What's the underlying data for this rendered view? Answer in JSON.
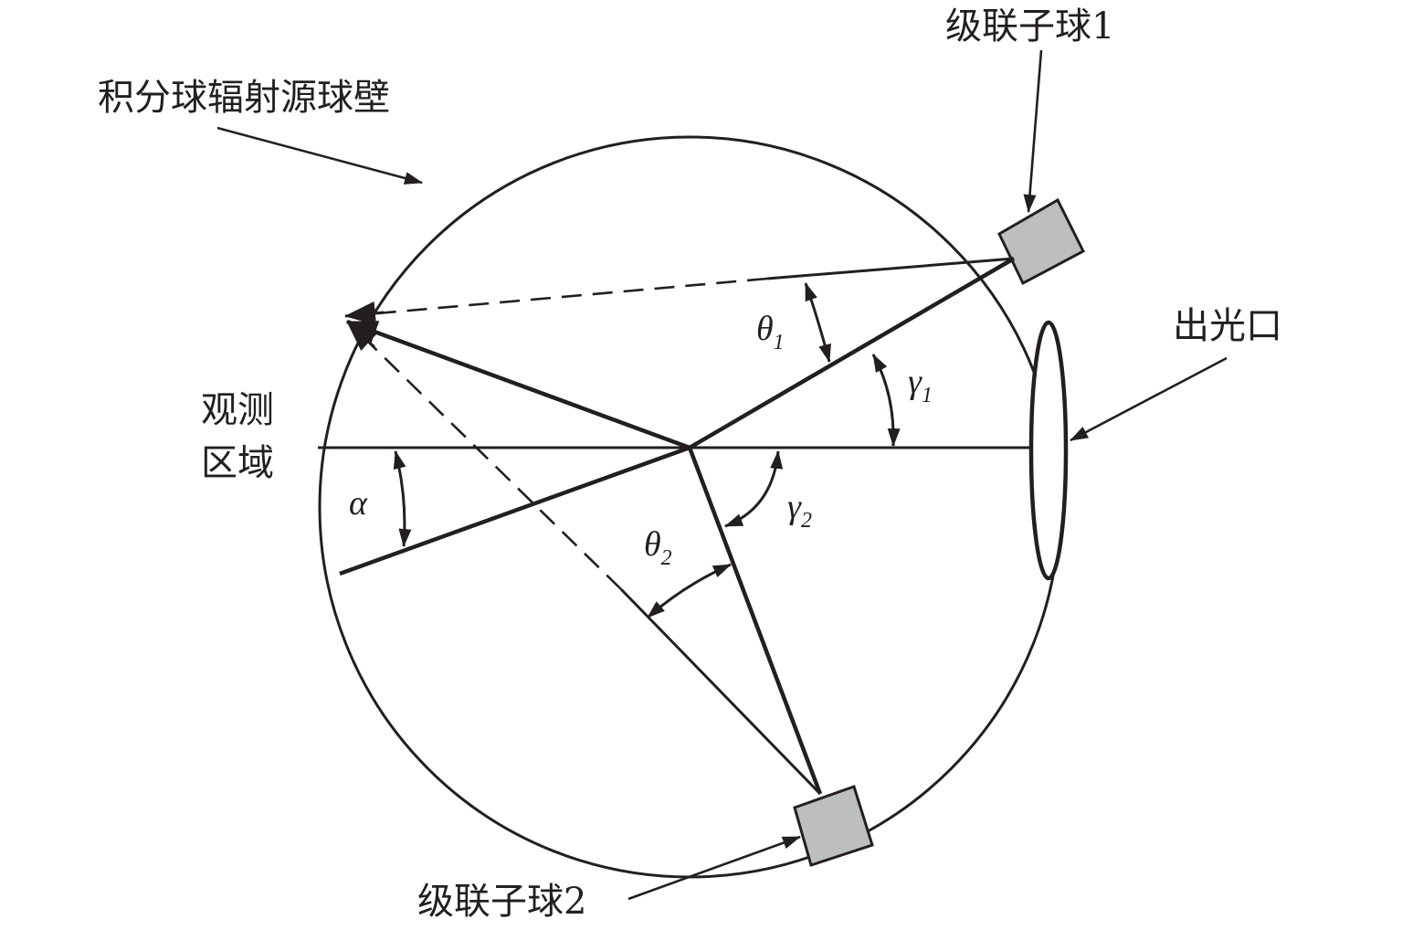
{
  "labels": {
    "sphere_wall": "积分球辐射源球壁",
    "sub_sphere_1": "级联子球1",
    "sub_sphere_2": "级联子球2",
    "exit_port": "出光口",
    "observation_area_line1": "观测",
    "observation_area_line2": "区域"
  },
  "angles": {
    "theta1": {
      "symbol": "θ",
      "sub": "1"
    },
    "theta2": {
      "symbol": "θ",
      "sub": "2"
    },
    "gamma1": {
      "symbol": "γ",
      "sub": "1"
    },
    "gamma2": {
      "symbol": "γ",
      "sub": "2"
    },
    "alpha": {
      "symbol": "α"
    }
  },
  "colors": {
    "line": "#231f20",
    "sub_sphere_fill": "#bcbec0",
    "background": "#ffffff"
  }
}
